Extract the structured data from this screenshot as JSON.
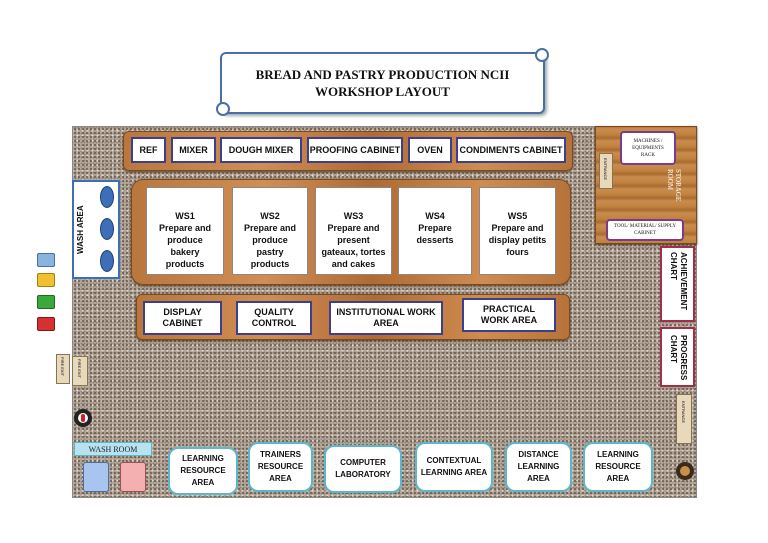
{
  "title": {
    "line1": "BREAD AND PASTRY PRODUCTION NCII",
    "line2": "WORKSHOP LAYOUT"
  },
  "equipment_row": [
    "REF",
    "MIXER",
    "DOUGH MIXER",
    "PROOFING CABINET",
    "OVEN",
    "CONDIMENTS CABINET"
  ],
  "workstations": [
    {
      "name": "WS1",
      "desc": "Prepare and produce bakery products"
    },
    {
      "name": "WS2",
      "desc": "Prepare and produce pastry products"
    },
    {
      "name": "WS3",
      "desc": "Prepare and present gateaux, tortes and cakes"
    },
    {
      "name": "WS4",
      "desc": "Prepare desserts"
    },
    {
      "name": "WS5",
      "desc": "Prepare and display petits fours"
    }
  ],
  "work_areas": [
    "DISPLAY CABINET",
    "QUALITY CONTROL",
    "INSTITUTIONAL WORK AREA",
    "PRACTICAL WORK AREA"
  ],
  "wash_area": "WASH AREA",
  "storage": {
    "machines_rack": "MACHINES / EQUIPMENTS RACK",
    "room_label": "STORAGE ROOM",
    "entrance": "ENTRANCE",
    "tool_cabinet": "TOOL/ MATERIAL/ SUPPLY CABINET"
  },
  "achievement_chart": "ACHIEVEMENT CHART",
  "progress_chart": "PROGRESS CHART",
  "fire_exit": "FIRE EXIT",
  "entrance_right": "ENTRANCE",
  "wash_room": "WASH ROOM",
  "bottom_areas": [
    "LEARNING RESOURCE AREA",
    "TRAINERS RESOURCE AREA",
    "COMPUTER LABORATORY",
    "CONTEXTUAL LEARNING AREA",
    "DISTANCE LEARNING AREA",
    "LEARNING RESOURCE AREA"
  ],
  "colors": {
    "card_border": "#3a3f8f",
    "bottom_border": "#5bb7cc",
    "chart_border": "#a0304a",
    "wash_oval": "#3c6fb6"
  }
}
